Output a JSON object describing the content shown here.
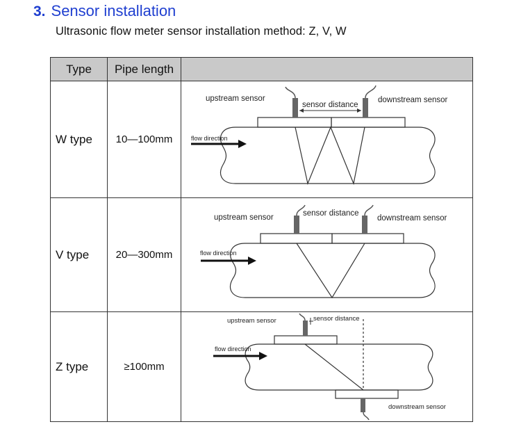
{
  "header": {
    "number": "3.",
    "title": "Sensor installation",
    "subtitle": "Ultrasonic flow meter sensor installation method: Z, V, W"
  },
  "table": {
    "columns": [
      "Type",
      "Pipe length",
      ""
    ],
    "rows": [
      {
        "type": "W  type",
        "pipe_length": "10—100mm",
        "labels": {
          "upstream": "upstream sensor",
          "downstream": "downstream sensor",
          "distance": "sensor distance",
          "flow": "flow direction"
        }
      },
      {
        "type": "V  type",
        "pipe_length": "20—300mm",
        "labels": {
          "upstream": "upstream sensor",
          "downstream": "downstream sensor",
          "distance": "sensor distance",
          "flow": "flow direction"
        }
      },
      {
        "type": "Z  type",
        "pipe_length": "≥100mm",
        "labels": {
          "upstream": "upstream sensor",
          "downstream": "downstream sensor",
          "distance": "sensor distance",
          "flow": "flow direction"
        }
      }
    ]
  },
  "colors": {
    "heading": "#1f3fd0",
    "header_bg": "#c9c9c9"
  }
}
